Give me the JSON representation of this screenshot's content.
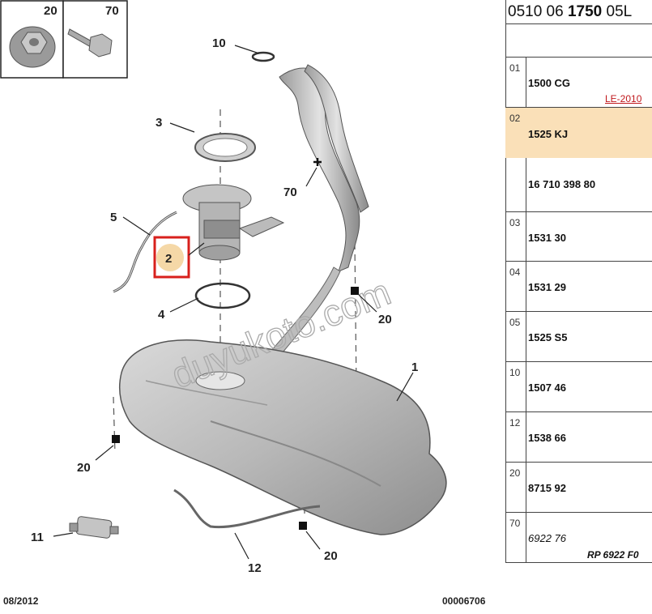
{
  "diagram": {
    "callouts": {
      "c1": "1",
      "c2": "2",
      "c3": "3",
      "c4": "4",
      "c5": "5",
      "c10": "10",
      "c11": "11",
      "c12": "12",
      "c20a": "20",
      "c20b": "20",
      "c20c": "20",
      "c70": "70"
    },
    "inset": {
      "left_label": "20",
      "right_label": "70"
    },
    "watermark": "duyukoto.com",
    "footer_left": "08/2012",
    "footer_right": "00006706"
  },
  "table": {
    "header": {
      "prefix": "0510 06 ",
      "bold": "1750",
      "suffix": " 05L"
    },
    "rows": [
      {
        "idx": "01",
        "part": "1500 CG",
        "note": "LE-2010"
      },
      {
        "idx": "02",
        "part": "1525 KJ",
        "highlight": true
      },
      {
        "idx": "",
        "part": "16 710 398 80"
      },
      {
        "idx": "03",
        "part": "1531 30"
      },
      {
        "idx": "04",
        "part": "1531 29"
      },
      {
        "idx": "05",
        "part": "1525 S5"
      },
      {
        "idx": "10",
        "part": "1507 46"
      },
      {
        "idx": "12",
        "part": "1538 66"
      },
      {
        "idx": "20",
        "part": "8715 92"
      },
      {
        "idx": "70",
        "part": "6922 76",
        "note": "RP 6922 F0"
      }
    ],
    "colors": {
      "highlight": "#fae0b8",
      "note_red": "#c0181c",
      "callout_box": "#d8201c"
    }
  }
}
